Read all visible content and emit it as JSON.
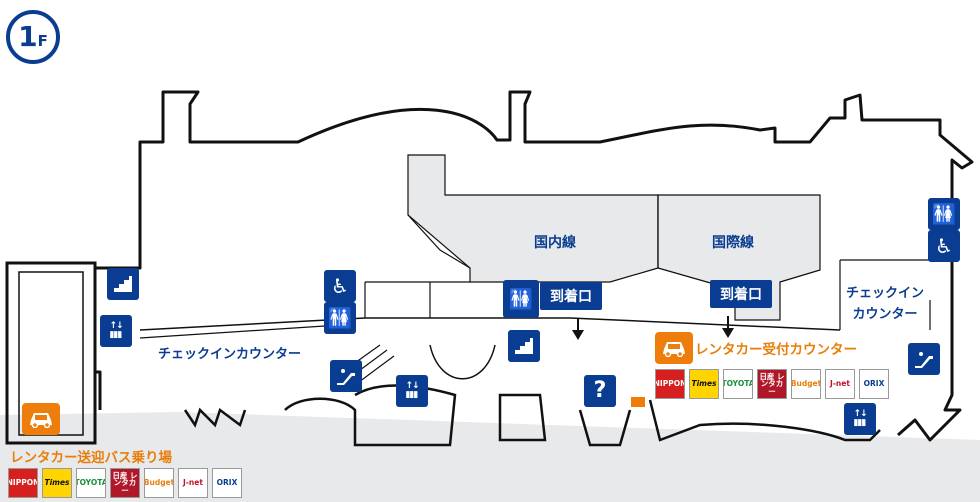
{
  "floor": {
    "number": "1",
    "suffix": "F"
  },
  "areas": {
    "domestic": "国内線",
    "international": "国際線"
  },
  "arrivals": {
    "domestic": "到着口",
    "international": "到着口"
  },
  "counters": {
    "checkin_left": "チェックインカウンター",
    "checkin_right_line1": "チェックイン",
    "checkin_right_line2": "カウンター",
    "rental_car_reception": "レンタカー受付カウンター",
    "rental_car_shuttle": "レンタカー送迎バス乗り場"
  },
  "info_symbol": "?",
  "rental_companies": [
    {
      "key": "nippon",
      "label": "NIPPON"
    },
    {
      "key": "times",
      "label": "Times"
    },
    {
      "key": "toyota",
      "label": "TOYOTA"
    },
    {
      "key": "nissan",
      "label": "日産 レンタカー"
    },
    {
      "key": "budget",
      "label": "Budget"
    },
    {
      "key": "jnet",
      "label": "J-net"
    },
    {
      "key": "orix",
      "label": "ORIX"
    }
  ],
  "colors": {
    "brand_blue": "#0a3d91",
    "rental_orange": "#ef7d0c",
    "area_gray": "#e8e9eb",
    "wall": "#111111"
  },
  "icons": {
    "stairs": "stairs-icon",
    "elevator": "elevator-icon",
    "escalator": "escalator-icon",
    "accessible": "wheelchair-icon",
    "restroom": "restroom-icon",
    "information": "information-icon",
    "car": "car-icon"
  }
}
